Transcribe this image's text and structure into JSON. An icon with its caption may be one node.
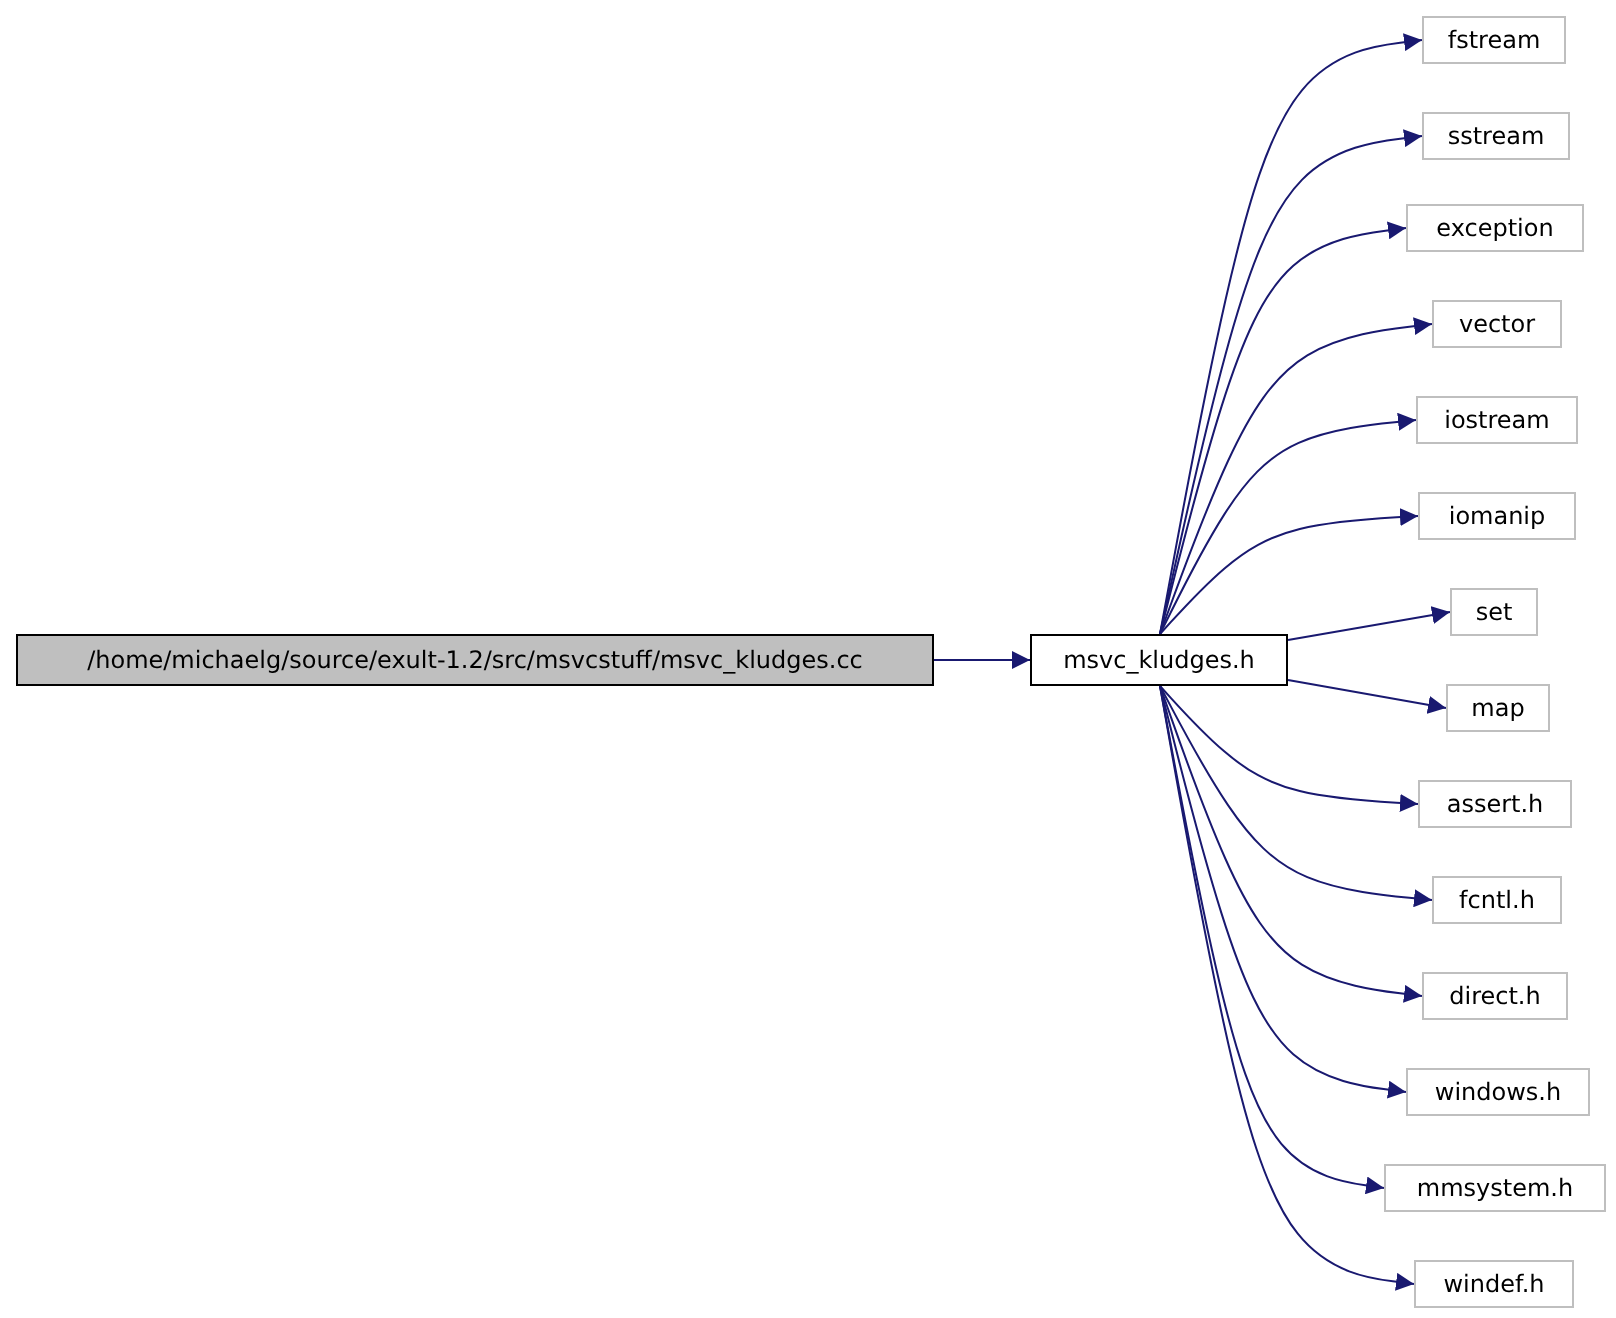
{
  "diagram": {
    "nodes": [
      {
        "text": [
          "/home/michaelg/source/exult-1.2/src/msvcstuff/msvc_kludges.cc"
        ]
      },
      {
        "text": [
          "msvc_kludges.h"
        ]
      },
      {
        "text": [
          "fstream"
        ]
      },
      {
        "text": [
          "sstream"
        ]
      },
      {
        "text": [
          "exception"
        ]
      },
      {
        "text": [
          "vector"
        ]
      },
      {
        "text": [
          "iostream"
        ]
      },
      {
        "text": [
          "iomanip"
        ]
      },
      {
        "text": [
          "set"
        ]
      },
      {
        "text": [
          "map"
        ]
      },
      {
        "text": [
          "assert.h"
        ]
      },
      {
        "text": [
          "fcntl.h"
        ]
      },
      {
        "text": [
          "direct.h"
        ]
      },
      {
        "text": [
          "windows.h"
        ]
      },
      {
        "text": [
          "mmsystem.h"
        ]
      },
      {
        "text": [
          "windef.h"
        ]
      }
    ],
    "edges": [
      {
        "from": 0,
        "to": 1,
        "arrow": "to"
      },
      {
        "from": 1,
        "to": 2,
        "arrow": "to"
      },
      {
        "from": 1,
        "to": 3,
        "arrow": "to"
      },
      {
        "from": 1,
        "to": 4,
        "arrow": "to"
      },
      {
        "from": 1,
        "to": 5,
        "arrow": "to"
      },
      {
        "from": 1,
        "to": 6,
        "arrow": "to"
      },
      {
        "from": 1,
        "to": 7,
        "arrow": "to"
      },
      {
        "from": 1,
        "to": 8,
        "arrow": "to"
      },
      {
        "from": 1,
        "to": 9,
        "arrow": "to"
      },
      {
        "from": 1,
        "to": 10,
        "arrow": "to"
      },
      {
        "from": 1,
        "to": 11,
        "arrow": "to"
      },
      {
        "from": 1,
        "to": 12,
        "arrow": "to"
      },
      {
        "from": 1,
        "to": 13,
        "arrow": "to"
      },
      {
        "from": 1,
        "to": 14,
        "arrow": "to"
      },
      {
        "from": 1,
        "to": 15,
        "arrow": "to"
      }
    ]
  }
}
